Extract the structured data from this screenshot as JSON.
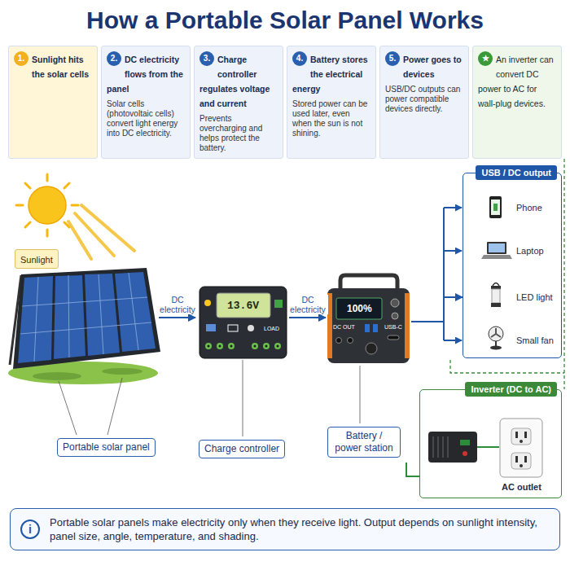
{
  "diagram": {
    "title": "How a Portable Solar Panel Works",
    "nodes": [
      {
        "text": [
          "1.",
          "Sunlight hits the solar cells"
        ]
      },
      {
        "text": [
          "2.",
          "DC electricity flows from the panel",
          "Solar cells (photovoltaic cells) convert light energy into DC electricity."
        ]
      },
      {
        "text": [
          "3.",
          "Charge controller regulates voltage and current",
          "Prevents overcharging and helps protect the battery."
        ]
      },
      {
        "text": [
          "4.",
          "Battery stores the electrical energy",
          "Stored power can be used later, even when the sun is not shining."
        ]
      },
      {
        "text": [
          "5.",
          "Power goes to devices",
          "USB/DC outputs can power compatible devices directly."
        ]
      },
      {
        "text": [
          "★",
          "An inverter can convert DC power to AC for wall-plug devices."
        ]
      },
      {
        "text": [
          "Sunlight"
        ]
      },
      {
        "text": [
          "Portable solar panel"
        ]
      },
      {
        "text": [
          "Charge controller"
        ]
      },
      {
        "text": [
          "Battery / power station"
        ]
      },
      {
        "text": [
          "USB / DC output"
        ]
      },
      {
        "text": [
          "Inverter (DC to AC)"
        ]
      },
      {
        "text": [
          "i",
          "Portable solar panels make electricity only when they receive light. Output depends on sunlight intensity, panel size, angle, temperature, and shading."
        ]
      }
    ],
    "edges": [
      {
        "from": 7,
        "to": 8,
        "label": "DC electricity",
        "arrow": "to"
      },
      {
        "from": 8,
        "to": 9,
        "label": "DC electricity",
        "arrow": "to"
      },
      {
        "from": 9,
        "to": 10,
        "arrow": "to"
      },
      {
        "from": 9,
        "to": 11,
        "arrow": "none"
      }
    ],
    "labels": [
      "13.6V",
      "LOAD",
      "100%",
      "DC OUT",
      "USB-C",
      "Phone",
      "Laptop",
      "LED light",
      "Small fan",
      "AC outlet"
    ]
  }
}
